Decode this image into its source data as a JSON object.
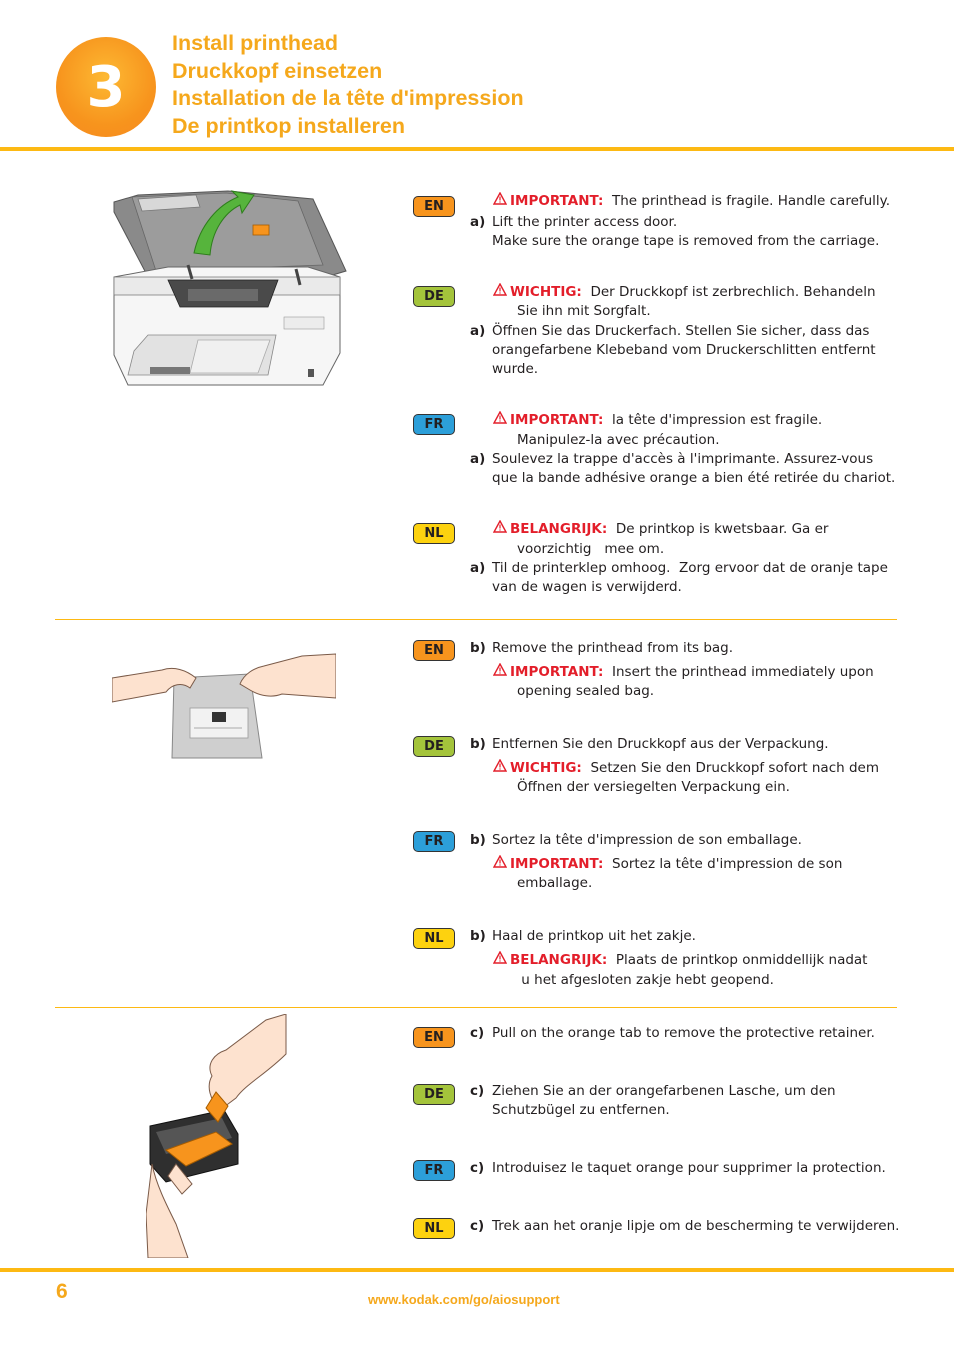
{
  "header": {
    "step_number": "3",
    "titles": [
      "Install printhead",
      "Druckkopf einsetzen",
      "Installation de la tête d'impression",
      "De printkop installeren"
    ]
  },
  "sections": [
    {
      "blocks": [
        {
          "lang": "EN",
          "warn_label": "IMPORTANT:",
          "warn_lines": [
            "The printhead is fragile. Handle carefully."
          ],
          "step": "a)",
          "step_lines": [
            "Lift the printer access door.",
            "Make sure the orange tape is removed from the carriage."
          ]
        },
        {
          "lang": "DE",
          "warn_label": "WICHTIG:",
          "warn_lines": [
            "Der Druckkopf ist zerbrechlich. Behandeln",
            "Sie ihn mit Sorgfalt."
          ],
          "step": "a)",
          "step_lines": [
            "Öffnen Sie das Druckerfach. Stellen Sie sicher, dass das",
            "orangefarbene Klebeband vom Druckerschlitten entfernt",
            "wurde."
          ]
        },
        {
          "lang": "FR",
          "warn_label": "IMPORTANT:",
          "warn_lines": [
            "la tête d'impression est fragile.",
            "Manipulez-la avec précaution."
          ],
          "step": "a)",
          "step_lines": [
            "Soulevez la trappe d'accès à l'imprimante. Assurez-vous",
            "que la bande adhésive orange a bien été retirée du chariot."
          ]
        },
        {
          "lang": "NL",
          "warn_label": "BELANGRIJK:",
          "warn_lines": [
            "De printkop is kwetsbaar.  Ga er",
            "voorzichtig   mee om."
          ],
          "step": "a)",
          "step_lines": [
            "Til de printerklep omhoog.  Zorg ervoor dat de oranje tape",
            "van de wagen is verwijderd."
          ]
        }
      ]
    },
    {
      "blocks": [
        {
          "lang": "EN",
          "step": "b)",
          "step_line": "Remove the printhead from its bag.",
          "warn_label": "IMPORTANT:",
          "warn_lines": [
            "Insert the printhead immediately upon",
            "opening sealed bag."
          ]
        },
        {
          "lang": "DE",
          "step": "b)",
          "step_line": "Entfernen Sie den Druckkopf aus der Verpackung.",
          "warn_label": "WICHTIG:",
          "warn_lines": [
            "Setzen Sie den Druckkopf sofort nach dem",
            "Öffnen der versiegelten Verpackung ein."
          ]
        },
        {
          "lang": "FR",
          "step": "b)",
          "step_line": "Sortez la tête d'impression de son emballage.",
          "warn_label": "IMPORTANT:",
          "warn_lines": [
            "Sortez la tête d'impression de son",
            "emballage."
          ]
        },
        {
          "lang": "NL",
          "step": "b)",
          "step_line": "Haal de printkop uit het zakje.",
          "warn_label": "BELANGRIJK:",
          "warn_lines": [
            "Plaats de printkop onmiddellijk nadat",
            " u het afgesloten zakje hebt geopend."
          ]
        }
      ]
    },
    {
      "blocks": [
        {
          "lang": "EN",
          "step": "c)",
          "step_lines": [
            "Pull on the orange tab to remove the protective retainer."
          ]
        },
        {
          "lang": "DE",
          "step": "c)",
          "step_lines": [
            "Ziehen Sie an der orangefarbenen Lasche, um den",
            "Schutzbügel zu entfernen."
          ]
        },
        {
          "lang": "FR",
          "step": "c)",
          "step_lines": [
            "Introduisez le taquet orange pour supprimer la protection."
          ]
        },
        {
          "lang": "NL",
          "step": "c)",
          "step_lines": [
            "Trek aan het oranje lipje om de bescherming te verwijderen."
          ]
        }
      ]
    }
  ],
  "footer": {
    "page_number": "6",
    "url": "www.kodak.com/go/aiosupport"
  },
  "colors": {
    "accent": "#fdb913",
    "title": "#f5a81c",
    "warning": "#e31e2a",
    "badge_en": "#f7941d",
    "badge_de": "#a4c43b",
    "badge_fr": "#2c9fd9",
    "badge_nl": "#fdd20f"
  },
  "icons": [
    "warning-triangle-icon"
  ]
}
